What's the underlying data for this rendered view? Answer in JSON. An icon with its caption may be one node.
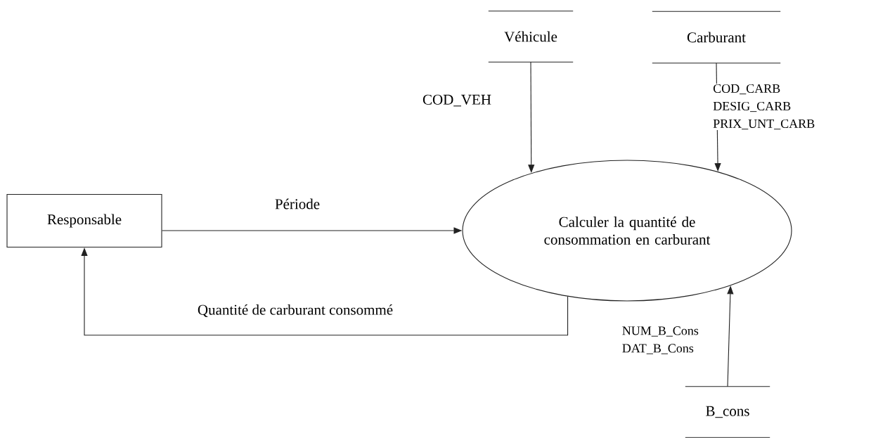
{
  "diagram": {
    "nodes": [
      {
        "text": [
          "Responsable"
        ]
      },
      {
        "text": [
          "Calculer la quantité de consommation en carburant"
        ]
      },
      {
        "text": [
          "Véhicule"
        ]
      },
      {
        "text": [
          "Carburant"
        ]
      },
      {
        "text": [
          "B_cons"
        ]
      }
    ],
    "edges": [
      {
        "from": 0,
        "to": 1,
        "arrow": "to",
        "label": "Période"
      },
      {
        "from": 1,
        "to": 0,
        "arrow": "to",
        "label": "Quantité de carburant consommé"
      },
      {
        "from": 2,
        "to": 1,
        "arrow": "to",
        "label": "COD_VEH"
      },
      {
        "from": 3,
        "to": 1,
        "arrow": "to",
        "label": "COD_CARB DESIG_CARB PRIX_UNT_CARB"
      },
      {
        "from": 4,
        "to": 1,
        "arrow": "to",
        "label": "NUM_B_Cons DAT_B_Cons"
      }
    ]
  }
}
